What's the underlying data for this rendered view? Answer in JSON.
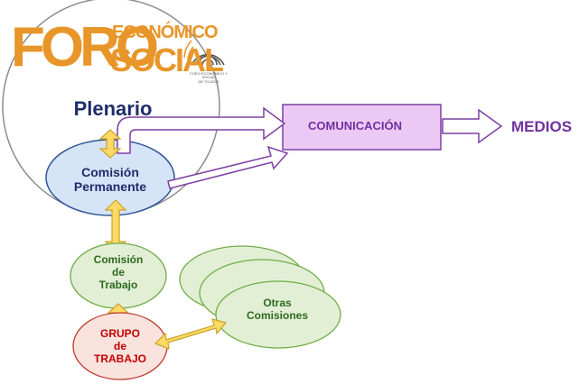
{
  "logo": {
    "foro": "FORO",
    "economico": "ECONÓMICO",
    "social": "SOCIAL",
    "tagline_1": "FORO ECONÓMICO Y SOCIAL",
    "tagline_2": "DE TOLEDO"
  },
  "nodes": {
    "plenario": "Plenario",
    "comision_permanente": [
      "Comisión",
      "Permanente"
    ],
    "comunicacion": "COMUNICACIÓN",
    "medios": "MEDIOS",
    "comision_trabajo": [
      "Comisión",
      "de",
      "Trabajo"
    ],
    "grupo_trabajo": [
      "GRUPO",
      "de",
      "TRABAJO"
    ],
    "otras_comisiones": [
      "Otras",
      "Comisiones"
    ]
  },
  "colors": {
    "logo_orange": "#e8962a",
    "navy_text": "#1f2d6b",
    "permanente_fill": "#d5e4f7",
    "permanente_stroke": "#2f5597",
    "comunicacion_fill": "#ecc9f5",
    "comunicacion_stroke": "#7e3fa3",
    "purple_text": "#7030a0",
    "green_fill": "#e2efd5",
    "green_stroke": "#70ad47",
    "green_text": "#2d6a1f",
    "red_fill": "#fbe3dd",
    "red_stroke": "#c0392b",
    "red_text": "#c00000",
    "arrow_yellow": "#ffd966",
    "arrow_yellow_stroke": "#c9a227"
  }
}
